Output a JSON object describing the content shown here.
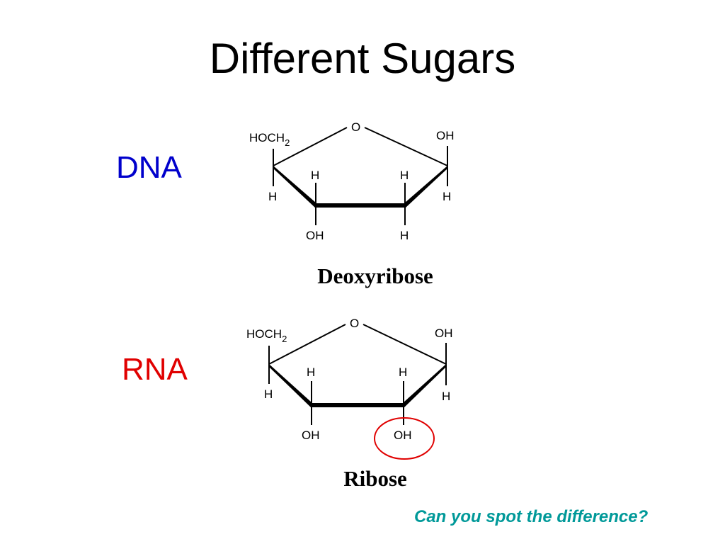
{
  "title": "Different Sugars",
  "labels": {
    "dna": "DNA",
    "rna": "RNA"
  },
  "colors": {
    "dna": "#0000cc",
    "rna": "#e00000",
    "question": "#009999",
    "highlight": "#e00000"
  },
  "deoxyribose": {
    "name": "Deoxyribose",
    "hoch2": "HOCH",
    "sub2": "2",
    "o": "O",
    "oh_top": "OH",
    "h_c4_down": "H",
    "h_c3_up": "H",
    "h_c2_up": "H",
    "h_c1_down": "H",
    "c3_down": "OH",
    "c2_down": "H"
  },
  "ribose": {
    "name": "Ribose",
    "hoch2": "HOCH",
    "sub2": "2",
    "o": "O",
    "oh_top": "OH",
    "h_c4_down": "H",
    "h_c3_up": "H",
    "h_c2_up": "H",
    "h_c1_down": "H",
    "c3_down": "OH",
    "c2_down": "OH"
  },
  "question": "Can you spot the difference?"
}
